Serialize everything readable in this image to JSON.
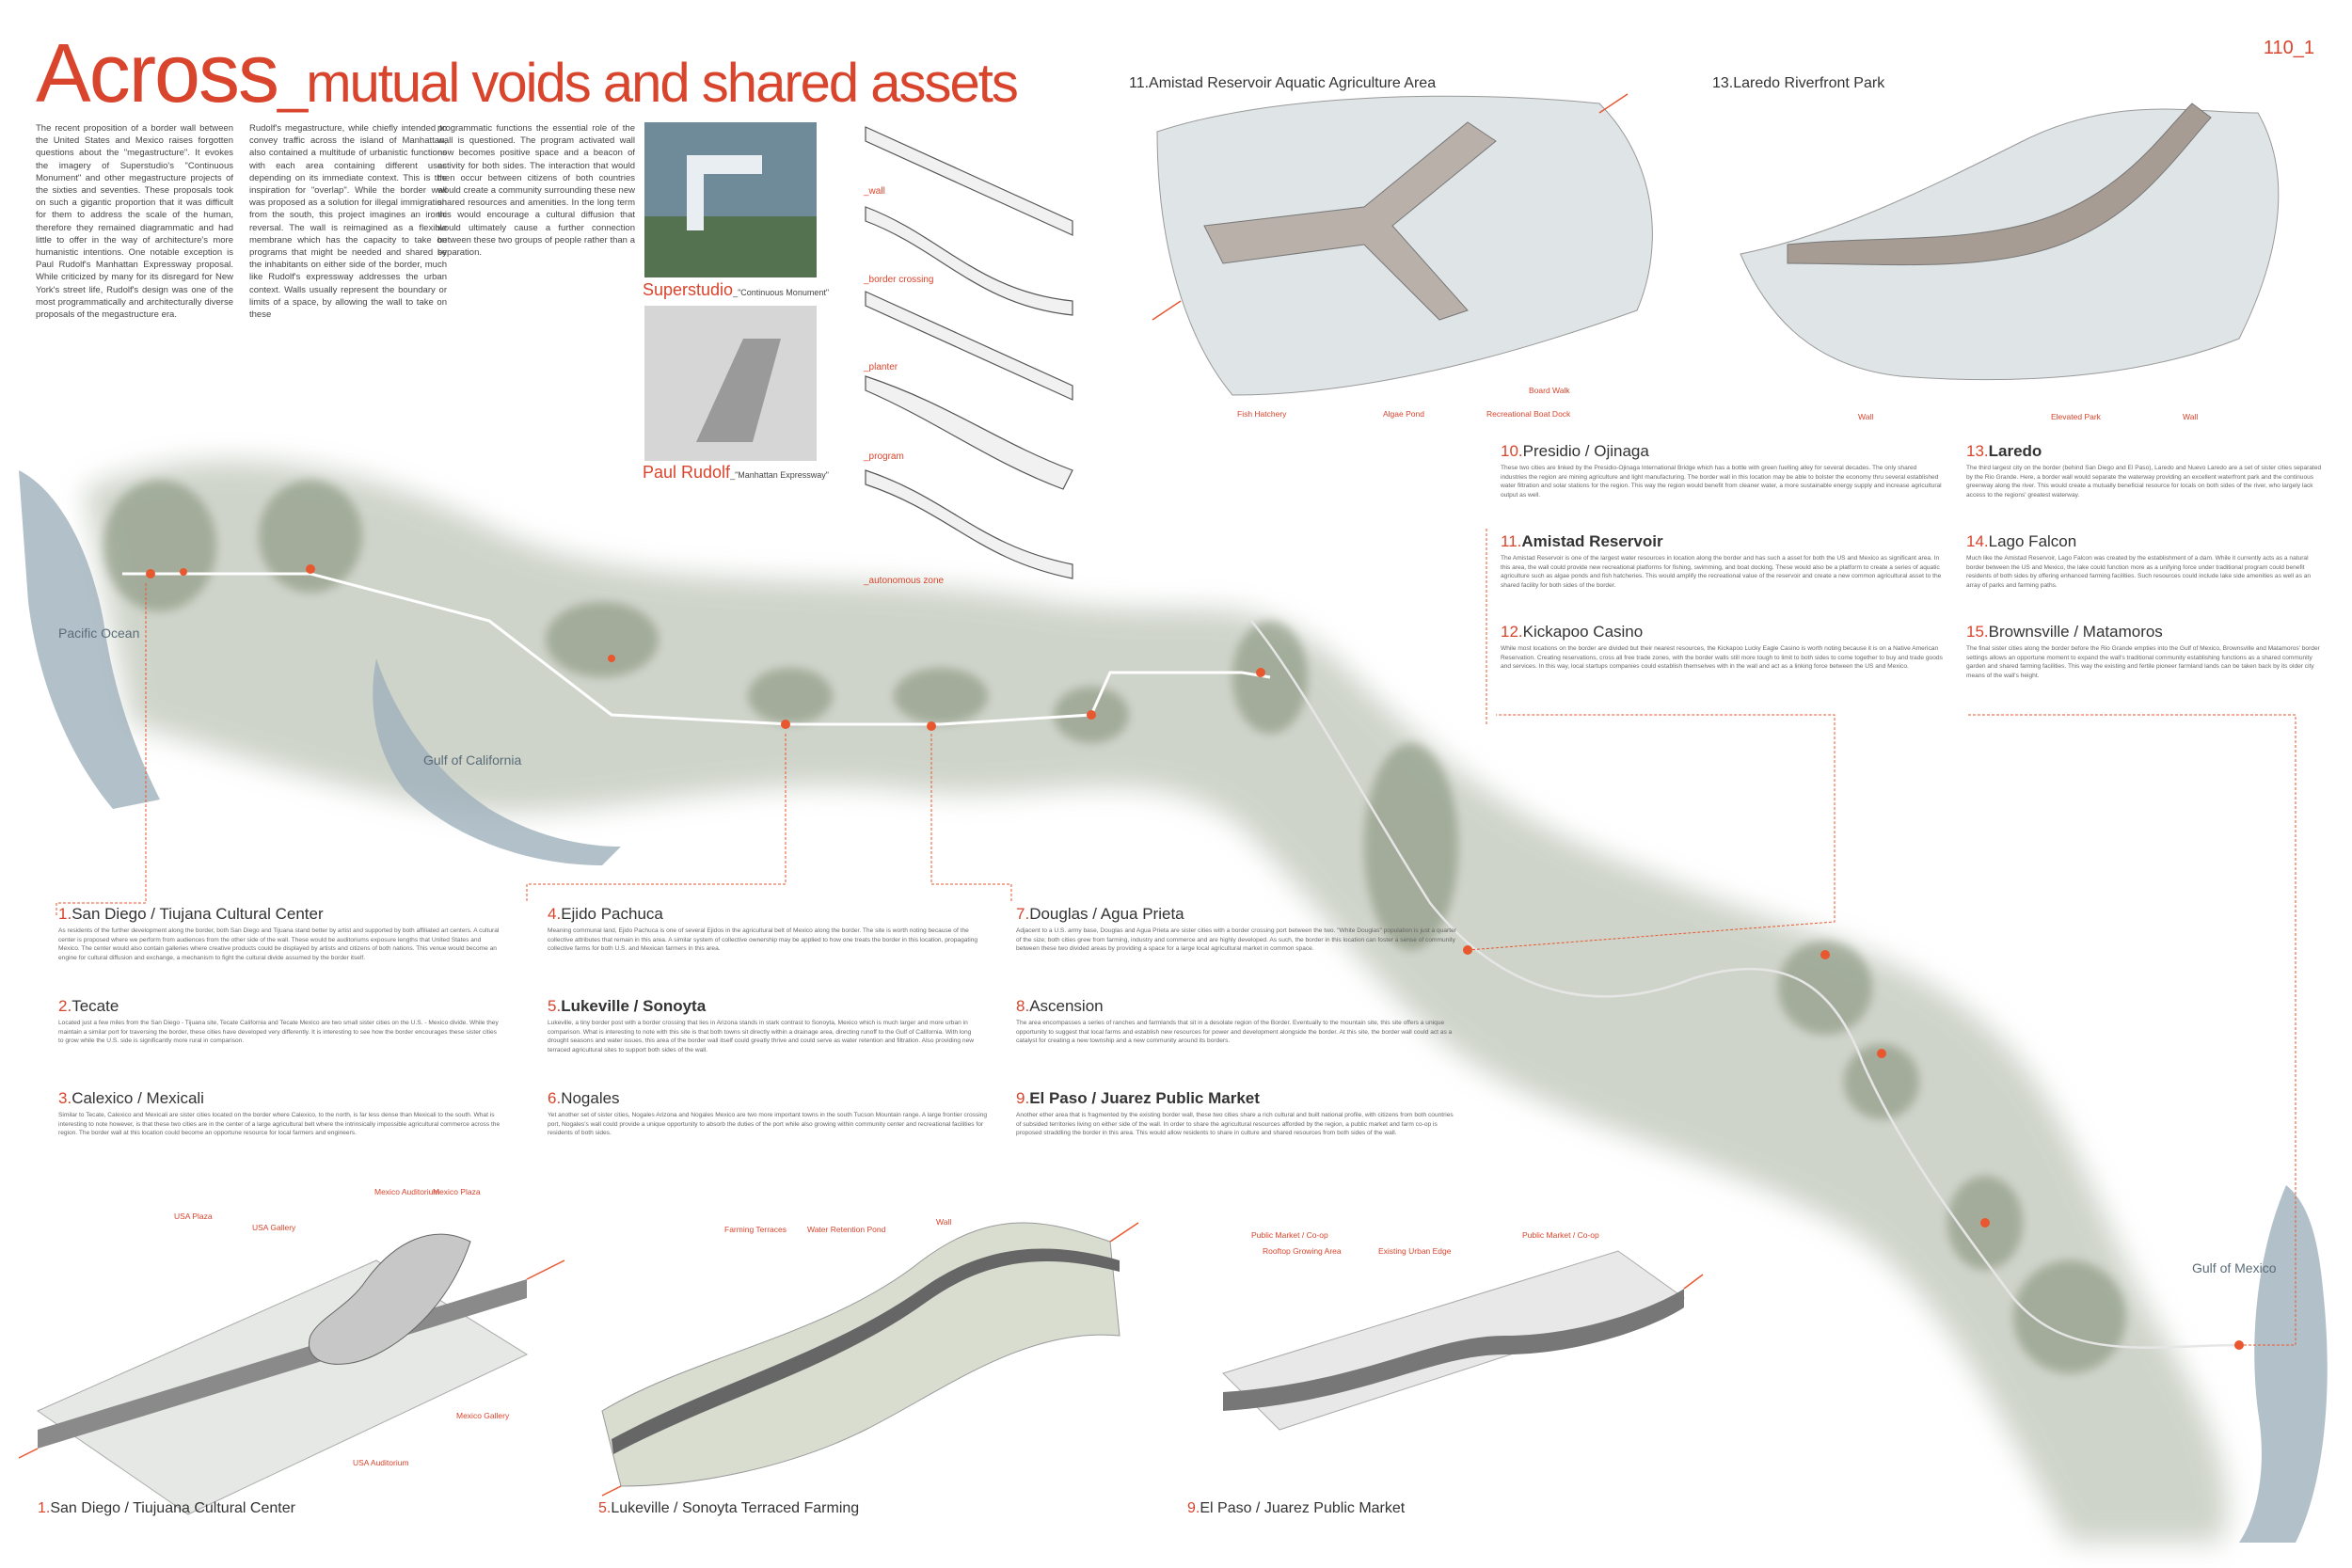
{
  "header": {
    "title_main": "Across",
    "title_sub": "_mutual voids and shared assets",
    "page_number": "110_1"
  },
  "intro": {
    "col1": "The recent proposition of a border wall between the United States and Mexico raises forgotten questions about the \"megastructure\". It evokes the imagery of Superstudio's \"Continuous Monument\" and other megastructure projects of the sixties and seventies. These proposals took on such a gigantic proportion that it was difficult for them to address the scale of the human, therefore they remained diagrammatic and had little to offer in the way of architecture's more humanistic intentions. One notable exception is Paul Rudolf's Manhattan Expressway proposal. While criticized by many for its disregard for New York's street life, Rudolf's design was one of the most programmatically and architecturally diverse proposals of the megastructure era.",
    "col2": "Rudolf's megastructure, while chiefly intended to convey traffic across the island of Manhattan, also contained a multitude of urbanistic functions with each area containing different uses depending on its immediate context. This is the inspiration for \"overlap\". While the border wall was proposed as a solution for illegal immigration from the south, this project imagines an ironic reversal. The wall is reimagined as a flexible membrane which has the capacity to take on programs that might be needed and shared by the inhabitants on either side of the border, much like Rudolf's expressway addresses the urban context. Walls usually represent the boundary or limits of a space, by allowing the wall to take on these",
    "col3": "programmatic functions the essential role of the wall is questioned. The program activated wall now becomes positive space and a beacon of activity for both sides. The interaction that would then occur between citizens of both countries would create a community surrounding these new shared resources and amenities. In the long term this would encourage a cultural diffusion that would ultimately cause a further connection between these two groups of people rather than a separation."
  },
  "precedents": [
    {
      "name": "Superstudio",
      "note": "_\"Continuous Monument\""
    },
    {
      "name": "Paul Rudolf",
      "note": "_\"Manhattan Expressway\""
    }
  ],
  "wall_strips": [
    "_wall",
    "_border crossing",
    "_planter",
    "_program",
    "_autonomous zone"
  ],
  "top_projects": [
    {
      "title": "11.Amistad Reservoir Aquatic Agriculture Area",
      "labels": [
        "Fish Hatchery",
        "Algae Pond",
        "Recreational Boat Dock",
        "Board Walk"
      ]
    },
    {
      "title": "13.Laredo Riverfront Park",
      "labels": [
        "Wall",
        "Elevated Park",
        "Wall"
      ]
    }
  ],
  "bottom_projects": [
    {
      "num": "1.",
      "name": "San Diego / Tiujuana Cultural Center",
      "labels": [
        "USA Plaza",
        "USA Gallery",
        "Mexico Auditorium",
        "Mexico Plaza",
        "Mexico Gallery",
        "USA Auditorium"
      ]
    },
    {
      "num": "5.",
      "name": "Lukeville / Sonoyta Terraced Farming",
      "labels": [
        "Farming Terraces",
        "Water Retention Pond",
        "Wall"
      ]
    },
    {
      "num": "9.",
      "name": "El Paso / Juarez Public Market",
      "labels": [
        "Public Market / Co-op",
        "Rooftop Growing Area",
        "Existing Urban Edge",
        "Public Market / Co-op"
      ]
    }
  ],
  "map_labels": {
    "pacific": "Pacific Ocean",
    "gulf_ca": "Gulf of California",
    "gulf_mx": "Gulf of Mexico"
  },
  "sites": [
    {
      "num": "1.",
      "name": "San Diego / Tiujana Cultural Center",
      "bold": false,
      "desc": "As residents of the further development along the border, both San Diego and Tijuana stand better by artist and supported by both affiliated art centers. A cultural center is proposed where we perform from audiences from the other side of the wall. These would be auditoriums exposure lengths that United States and Mexico. The center would also contain galleries where creative products could be displayed by artists and citizens of both nations. This venue would become an engine for cultural diffusion and exchange, a mechanism to fight the cultural divide assumed by the border itself."
    },
    {
      "num": "2.",
      "name": "Tecate",
      "bold": false,
      "desc": "Located just a few miles from the San Diego - Tijuana site, Tecate California and Tecate Mexico are two small sister cities on the U.S. - Mexico divide. While they maintain a similar port for traversing the border, these cities have developed very differently. It is interesting to see how the border encourages these sister cities to grow while the U.S. side is significantly more rural in comparison."
    },
    {
      "num": "3.",
      "name": "Calexico / Mexicali",
      "bold": false,
      "desc": "Similar to Tecate, Calexico and Mexicali are sister cities located on the border where Calexico, to the north, is far less dense than Mexicali to the south. What is interesting to note however, is that these two cities are in the center of a large agricultural belt where the intrinsically impossible agricultural commerce across the region. The border wall at this location could become an opportune resource for local farmers and engineers."
    },
    {
      "num": "4.",
      "name": "Ejido Pachuca",
      "bold": false,
      "desc": "Meaning communal land, Ejido Pachuca is one of several Ejidos in the agricultural belt of Mexico along the border. The site is worth noting because of the collective attributes that remain in this area. A similar system of collective ownership may be applied to how one treats the border in this location, propagating collective farms for both U.S. and Mexican farmers in this area."
    },
    {
      "num": "5.",
      "name": "Lukeville / Sonoyta",
      "bold": true,
      "desc": "Lukeville, a tiny border post with a border crossing that lies in Arizona stands in stark contrast to Sonoyta, Mexico which is much larger and more urban in comparison. What is interesting to note with this site is that both towns sit directly within a drainage area, directing runoff to the Gulf of California. With long drought seasons and water issues, this area of the border wall itself could greatly thrive and could serve as water retention and filtration. Also providing new terraced agricultural sites to support both sides of the wall."
    },
    {
      "num": "6.",
      "name": "Nogales",
      "bold": false,
      "desc": "Yet another set of sister cities, Nogales Arizona and Nogales Mexico are two more important towns in the south Tucson Mountain range. A large frontier crossing port, Nogales's wall could provide a unique opportunity to absorb the duties of the port while also growing within community center and recreational facilities for residents of both sides."
    },
    {
      "num": "7.",
      "name": "Douglas / Agua Prieta",
      "bold": false,
      "desc": "Adjacent to a U.S. army base, Douglas and Agua Prieta are sister cities with a border crossing port between the two. \"White Douglas\" population is just a quarter of the size; both cities grew from farming, industry and commerce and are highly developed. As such, the border in this location can foster a sense of community between these two divided areas by providing a space for a large local agricultural market in common space."
    },
    {
      "num": "8.",
      "name": "Ascension",
      "bold": false,
      "desc": "The area encompasses a series of ranches and farmlands that sit in a desolate region of the Border. Eventually to the mountain site, this site offers a unique opportunity to suggest that local farms and establish new resources for power and development alongside the border. At this site, the border wall could act as a catalyst for creating a new township and a new community around its borders."
    },
    {
      "num": "9.",
      "name": "El Paso / Juarez Public Market",
      "bold": true,
      "desc": "Another ether area that is fragmented by the existing border wall, these two cities share a rich cultural and built national profile, with citizens from both countries of subsided territories living on either side of the wall. In order to share the agricultural resources afforded by the region, a public market and farm co-op is proposed straddling the border in this area. This would allow residents to share in culture and shared resources from both sides of the wall."
    },
    {
      "num": "10.",
      "name": "Presidio / Ojinaga",
      "bold": false,
      "desc": "These two cities are linked by the Presidio-Ojinaga International Bridge which has a bottle with green fuelling alley for several decades. The only shared industries the region are mining agriculture and light manufacturing. The border wall in this location may be able to bolster the economy thru several established water filtration and solar stations for the region. This way the region would benefit from cleaner water, a more sustainable energy supply and increase agricultural output as well."
    },
    {
      "num": "11.",
      "name": "Amistad Reservoir",
      "bold": true,
      "desc": "The Amistad Reservoir is one of the largest water resources in location along the border and has such a asset for both the US and Mexico as significant area. In this area, the wall could provide new recreational platforms for fishing, swimming, and boat docking. These would also be a platform to create a series of aquatic agriculture such as algae ponds and fish hatcheries. This would amplify the recreational value of the reservoir and create a new common agricultural asset to the shared facility for both sides of the border."
    },
    {
      "num": "12.",
      "name": "Kickapoo Casino",
      "bold": false,
      "desc": "While most locations on the border are divided but their nearest resources, the Kickapoo Lucky Eagle Casino is worth noting because it is on a Native American Reservation. Creating reservations, cross all free trade zones, with the border walls still more tough to limit to both sides to come together to buy and trade goods and services. In this way, local startups companies could establish themselves with in the wall and act as a linking force between the US and Mexico."
    },
    {
      "num": "13.",
      "name": "Laredo",
      "bold": true,
      "desc": "The third largest city on the border (behind San Diego and El Paso), Laredo and Nuevo Laredo are a set of sister cities separated by the Rio Grande. Here, a border wall would separate the waterway providing an excellent waterfront park and the continuous greenway along the river. This would create a mutually beneficial resource for locals on both sides of the river, who largely lack access to the regions' greatest waterway."
    },
    {
      "num": "14.",
      "name": "Lago Falcon",
      "bold": false,
      "desc": "Much like the Amistad Reservoir, Lago Falcon was created by the establishment of a dam. While it currently acts as a natural border between the US and Mexico, the lake could function more as a unifying force under traditional program could benefit residents of both sides by offering enhanced farming facilities. Such resources could include lake side amenities as well as an array of parks and farming paths."
    },
    {
      "num": "15.",
      "name": "Brownsville / Matamoros",
      "bold": false,
      "desc": "The final sister cities along the border before the Rio Grande empties into the Gulf of Mexico, Brownsville and Matamoros' border settings allows an opportune moment to expand the wall's traditional community establishing functions as a shared community garden and shared farming facilities. This way the existing and fertile pioneer farmland lands can be taken back by its older city means of the wall's height."
    }
  ]
}
